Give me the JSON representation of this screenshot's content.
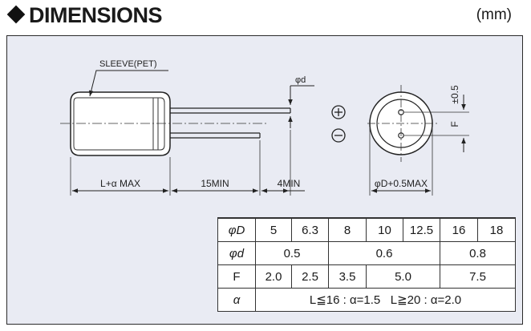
{
  "header": {
    "title": "DIMENSIONS",
    "unit": "(mm)"
  },
  "drawing": {
    "sleeve_label": "SLEEVE(PET)",
    "lead_dia_label": "φd",
    "plus_symbol": "+",
    "minus_symbol": "−",
    "dim_length": "L+α MAX",
    "dim_lead": "15MIN",
    "dim_short": "4MIN",
    "dim_dia": "φD+0.5MAX",
    "dim_pitch": "F",
    "dim_tol": "±0.5"
  },
  "table": {
    "header_label": "φD",
    "diameters": [
      "5",
      "6.3",
      "8",
      "10",
      "12.5",
      "16",
      "18"
    ],
    "lead_label": "φd",
    "lead_values": [
      "0.5",
      "0.6",
      "0.8"
    ],
    "pitch_label": "F",
    "pitch_values": [
      "2.0",
      "2.5",
      "3.5",
      "5.0",
      "7.5"
    ],
    "alpha_label": "α",
    "alpha_value": "L≦16 : α=1.5   L≧20 : α=2.0"
  }
}
